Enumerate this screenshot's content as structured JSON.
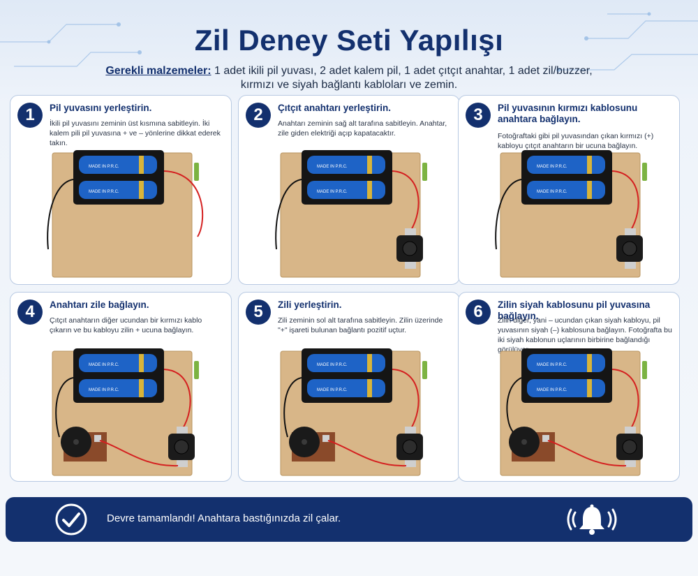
{
  "header": {
    "title": "Zil Deney Seti Yapılışı",
    "materials_label": "Gerekli malzemeler:",
    "materials_text": "1 adet ikili pil yuvası, 2 adet kalem pil, 1 adet çıtçıt anahtar, 1 adet zil/buzzer, kırmızı ve siyah bağlantı kabloları ve zemin."
  },
  "steps": [
    {
      "number": "1",
      "title": "Pil yuvasını yerleştirin.",
      "description": "İkili pil yuvasını zeminin üst kısmına sabitleyin. İki kalem pili pil yuvasına + ve – yönlerine dikkat ederek takın.",
      "switch": false,
      "buzzer": false,
      "red_to_switch": false,
      "black_to_buzzer": false
    },
    {
      "number": "2",
      "title": "Çıtçıt anahtarı yerleştirin.",
      "description": "Anahtarı zeminin sağ alt tarafına sabitleyin. Anahtar, zile giden elektriği açıp kapatacaktır.",
      "switch": true,
      "buzzer": false,
      "red_to_switch": true,
      "black_to_buzzer": false
    },
    {
      "number": "3",
      "title": "Pil yuvasının kırmızı kablosunu anahtara bağlayın.",
      "description": "Fotoğraftaki gibi pil yuvasından çıkan kırmızı (+) kabloyu çıtçıt anahtarın bir ucuna bağlayın.",
      "switch": true,
      "buzzer": false,
      "red_to_switch": true,
      "black_to_buzzer": false
    },
    {
      "number": "4",
      "title": "Anahtarı zile bağlayın.",
      "description": "Çıtçıt anahtarın diğer ucundan bir kırmızı kablo çıkarın ve bu kabloyu zilin + ucuna bağlayın.",
      "switch": true,
      "buzzer": true,
      "red_to_switch": true,
      "black_to_buzzer": false
    },
    {
      "number": "5",
      "title": "Zili yerleştirin.",
      "description": "Zili zeminin sol alt tarafına sabitleyin. Zilin üzerinde \"+\" işareti bulunan bağlantı pozitif uçtur.",
      "switch": true,
      "buzzer": true,
      "red_to_switch": true,
      "black_to_buzzer": false
    },
    {
      "number": "6",
      "title": "Zilin siyah kablosunu pil yuvasına bağlayın.",
      "description": "Zilin diğer, yani – ucundan çıkan siyah kabloyu, pil yuvasının siyah (–) kablosuna bağlayın. Fotoğrafta bu iki siyah kablonun uçlarının birbirine bağlandığı görülüyor.",
      "switch": true,
      "buzzer": true,
      "red_to_switch": true,
      "black_to_buzzer": true
    }
  ],
  "footer": {
    "text": "Devre tamamlandı! Anahtara bastığınızda zil çalar.",
    "check_icon": "check-circle-icon",
    "bell_icon": "bell-ringing-icon"
  },
  "battery_label": "MADE IN P.R.C.",
  "colors": {
    "navy": "#13306e",
    "board": "#d8b688",
    "battery": "#1e63c6",
    "wire_red": "#d42020",
    "wire_black": "#111111"
  }
}
